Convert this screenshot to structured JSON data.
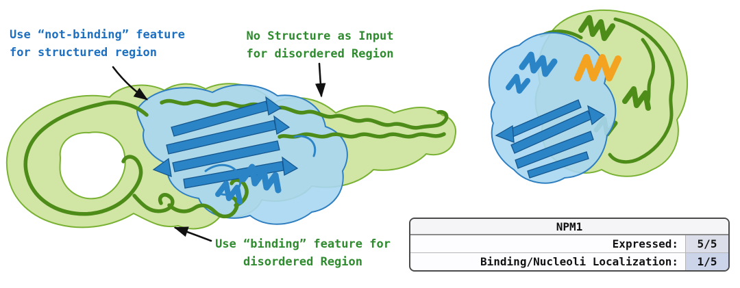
{
  "figure": {
    "annotations": {
      "not_binding": {
        "text": "Use “not-binding” feature\nfor structured region",
        "color": "#1d6fbf"
      },
      "no_structure": {
        "text": "No Structure as Input\nfor disordered Region",
        "color": "#2e8b2e"
      },
      "binding": {
        "text": "Use “binding” feature for\ndisordered Region",
        "color": "#2e8b2e"
      }
    },
    "table": {
      "title": "NPM1",
      "rows": [
        {
          "label": "Expressed:",
          "value": "5/5"
        },
        {
          "label": "Binding/Nucleoli Localization:",
          "value": "1/5"
        }
      ]
    },
    "colors": {
      "annotation_blue": "#1d6fbf",
      "annotation_green": "#2e8b2e",
      "surface_green": "#cde49c",
      "surface_green_outline": "#79b133",
      "disordered_chain_green": "#4e8c1a",
      "surface_blue": "#a9d6f2",
      "surface_blue_outline": "#2f7fc0",
      "ribbon_blue": "#2b84c6",
      "ribbon_blue_outline": "#14578f",
      "helix_orange": "#f3a320",
      "arrow_black": "#111111",
      "value_cell_bg_row1": "#dcdfe9",
      "value_cell_bg_row2": "#ccd4ea"
    }
  }
}
